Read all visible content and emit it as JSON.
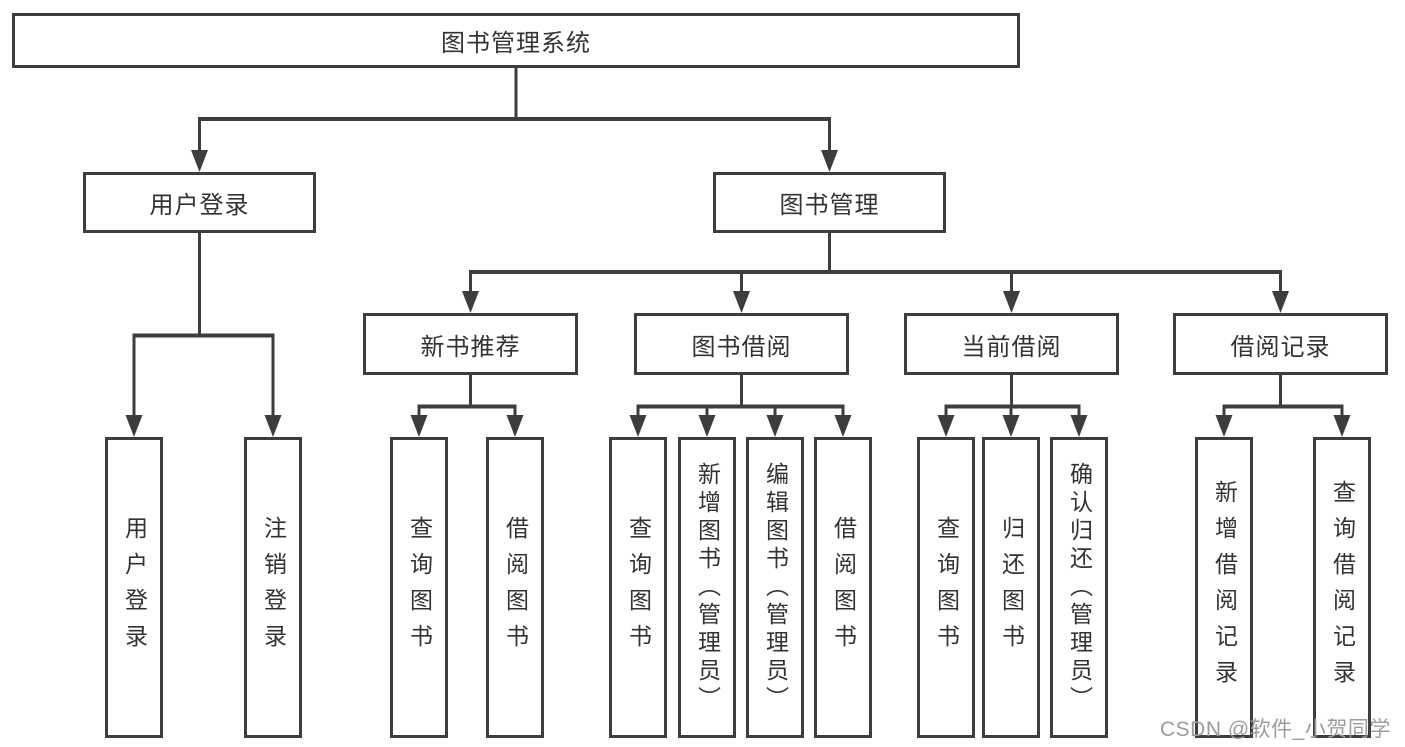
{
  "diagram": {
    "colors": {
      "line": "#3d3d3d",
      "node_border": "#3d3d3d",
      "node_fill": "#ffffff",
      "text": "#333333",
      "watermark_color": "#9c9c9c",
      "background": "#ffffff"
    },
    "watermark": "CSDN @软件_小贺同学",
    "nodes": {
      "root": {
        "label": "图书管理系统"
      },
      "user_login": {
        "label": "用户登录"
      },
      "book_management": {
        "label": "图书管理"
      },
      "new_book_recommendation": {
        "label": "新书推荐"
      },
      "book_borrowing": {
        "label": "图书借阅"
      },
      "current_borrowing": {
        "label": "当前借阅"
      },
      "borrowing_records": {
        "label": "借阅记录"
      },
      "user_login_leaf": {
        "label": "用户登录"
      },
      "logout_leaf": {
        "label": "注销登录"
      },
      "nb_query_books": {
        "label": "查询图书"
      },
      "nb_borrow_books": {
        "label": "借阅图书"
      },
      "bb_query_books": {
        "label": "查询图书"
      },
      "bb_add_books_admin": {
        "label": "新增图书（管理员）"
      },
      "bb_edit_books_admin": {
        "label": "编辑图书（管理员）"
      },
      "bb_borrow_books": {
        "label": "借阅图书"
      },
      "cb_query_books": {
        "label": "查询图书"
      },
      "cb_return_books": {
        "label": "归还图书"
      },
      "cb_confirm_return_admin": {
        "label": "确认归还（管理员）"
      },
      "br_add_record": {
        "label": "新增借阅记录"
      },
      "br_query_record": {
        "label": "查询借阅记录"
      }
    }
  }
}
